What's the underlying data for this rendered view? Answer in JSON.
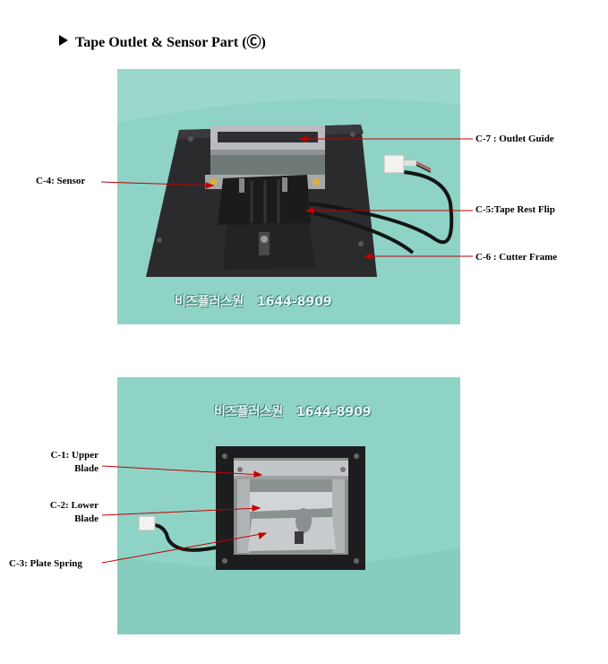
{
  "title": "Tape Outlet & Sensor Part (Ⓒ)",
  "watermark": "비즈플러스원   1644-8909",
  "photo1_labels": {
    "c7": "C-7 : Outlet Guide",
    "c4": "C-4: Sensor",
    "c5": "C-5:Tape  Rest Flip",
    "c6": "C-6 : Cutter Frame"
  },
  "photo2_labels": {
    "c1_line1": "C-1: Upper",
    "c1_line2": "Blade",
    "c2_line1": "C-2: Lower",
    "c2_line2": "Blade",
    "c3": "C-3: Plate Spring"
  },
  "colors": {
    "backdrop": "#8fd3c6",
    "plate": "#2b2b2e",
    "metal": "#b9bcbe",
    "leader": "#c00000"
  }
}
